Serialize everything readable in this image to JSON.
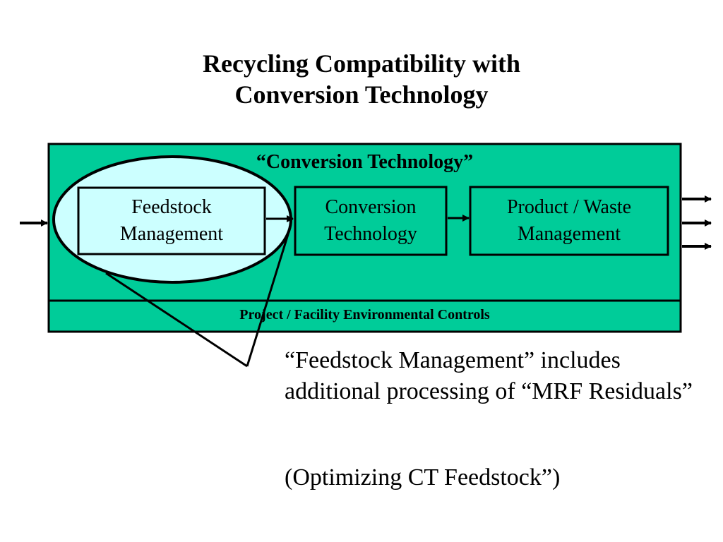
{
  "title": {
    "line1": "Recycling Compatibility with",
    "line2": "Conversion Technology"
  },
  "diagram": {
    "ct_label": "“Conversion Technology”",
    "boxes": [
      {
        "line1": "Feedstock",
        "line2": "Management"
      },
      {
        "line1": "Conversion",
        "line2": "Technology"
      },
      {
        "line1": "Product / Waste",
        "line2": "Management"
      }
    ],
    "controls_label": "Project / Facility Environmental Controls",
    "colors": {
      "frame_fill": "#00cc99",
      "highlight_fill": "#ccffff",
      "stroke": "#000000"
    }
  },
  "note": {
    "paragraph1": "“Feedstock Management” includes additional processing of  “MRF Residuals”",
    "paragraph2": "(Optimizing CT Feedstock”)"
  }
}
